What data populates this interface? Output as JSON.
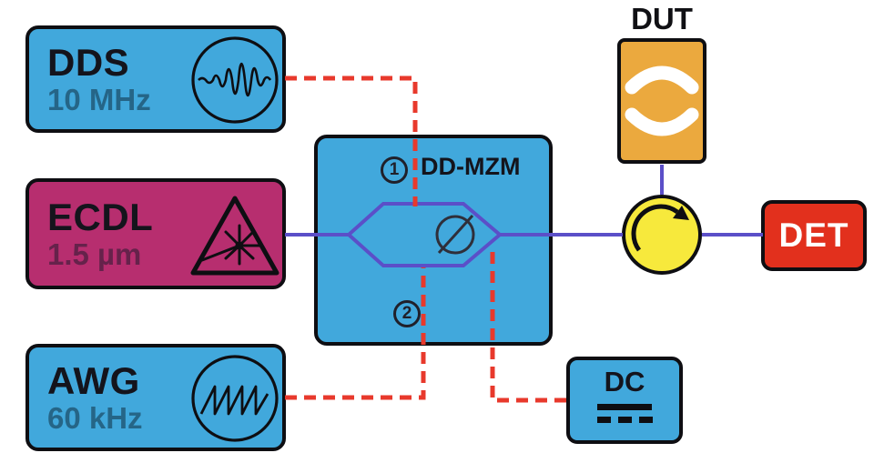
{
  "diagram": {
    "dds": {
      "label": "DDS",
      "sublabel": "10 MHz"
    },
    "ecdl": {
      "label": "ECDL",
      "sublabel": "1.5 µm"
    },
    "awg": {
      "label": "AWG",
      "sublabel": "60 kHz"
    },
    "mzm": {
      "label": "DD-MZM",
      "port1": "1",
      "port2": "2"
    },
    "dut": {
      "label": "DUT"
    },
    "det": {
      "label": "DET"
    },
    "dc": {
      "label": "DC"
    }
  },
  "icons": {
    "dds": "chirp-waveform-icon",
    "ecdl": "laser-warning-icon",
    "awg": "sawtooth-waveform-icon",
    "mzm": "phase-modulator-icon",
    "dut": "cavity-mirrors-icon",
    "circulator": "circulator-arrow-icon",
    "dc": "dc-current-icon"
  },
  "colors": {
    "box_blue": "#41a8dc",
    "box_magenta": "#b72e6f",
    "box_orange": "#eba93e",
    "circulator_yellow": "#f7e93c",
    "box_red": "#e2301d",
    "optical_wire_purple": "#5b4fc8",
    "rf_wire_dashed_red": "#e8392c"
  }
}
